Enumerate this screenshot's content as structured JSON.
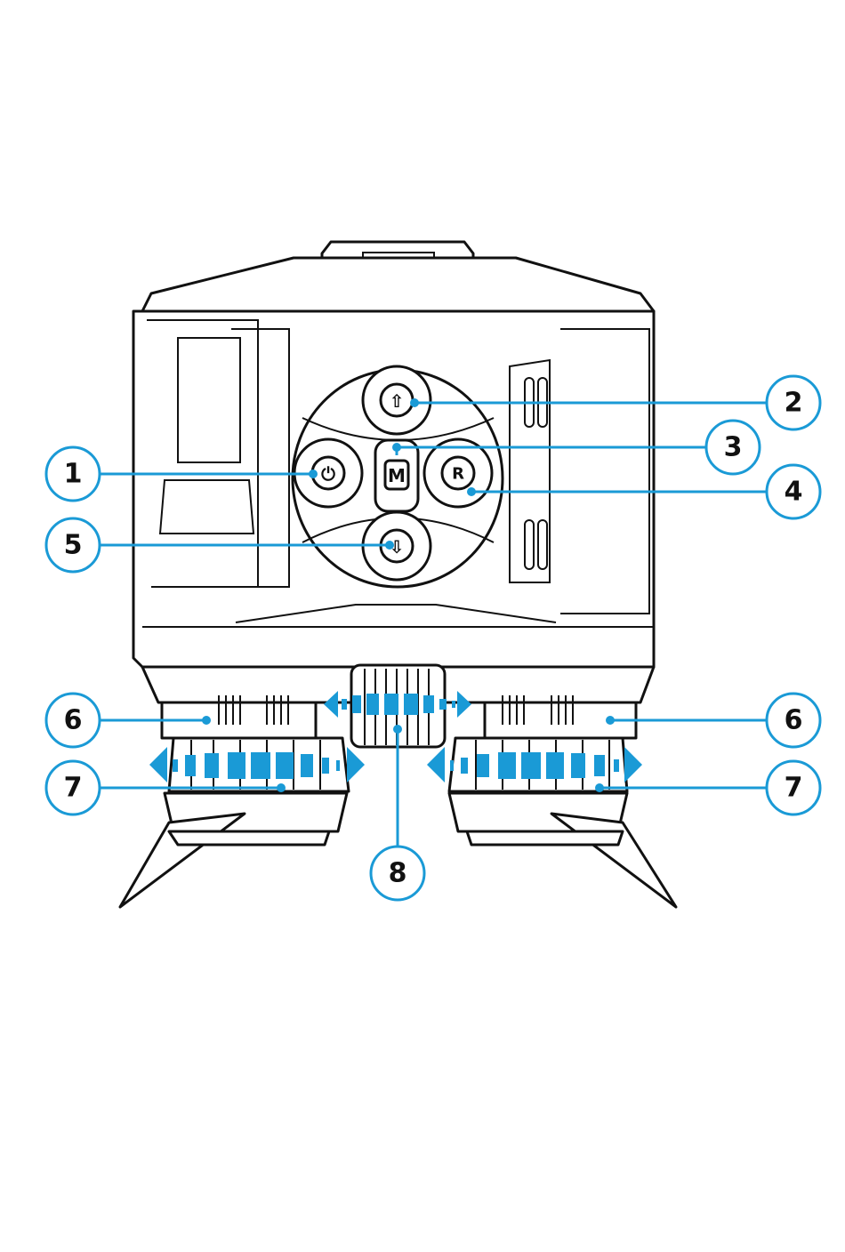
{
  "colors": {
    "accent": "#1a9ad6",
    "outline": "#111111",
    "background": "#ffffff"
  },
  "buttons": {
    "up": {
      "glyph": "⇧",
      "icon": "arrow-up-icon"
    },
    "down": {
      "glyph": "⇩",
      "icon": "arrow-down-icon"
    },
    "menu": {
      "glyph": "M",
      "icon": "menu-icon"
    },
    "record": {
      "glyph": "R",
      "icon": "record-icon"
    },
    "power": {
      "glyph": "⏻",
      "icon": "power-icon"
    }
  },
  "callouts": {
    "power": "1",
    "up": "2",
    "menu": "3",
    "record": "4",
    "down": "5",
    "diopter_left": "6",
    "diopter_right": "6",
    "eyecup_left": "7",
    "eyecup_right": "7",
    "focus_wheel": "8"
  }
}
